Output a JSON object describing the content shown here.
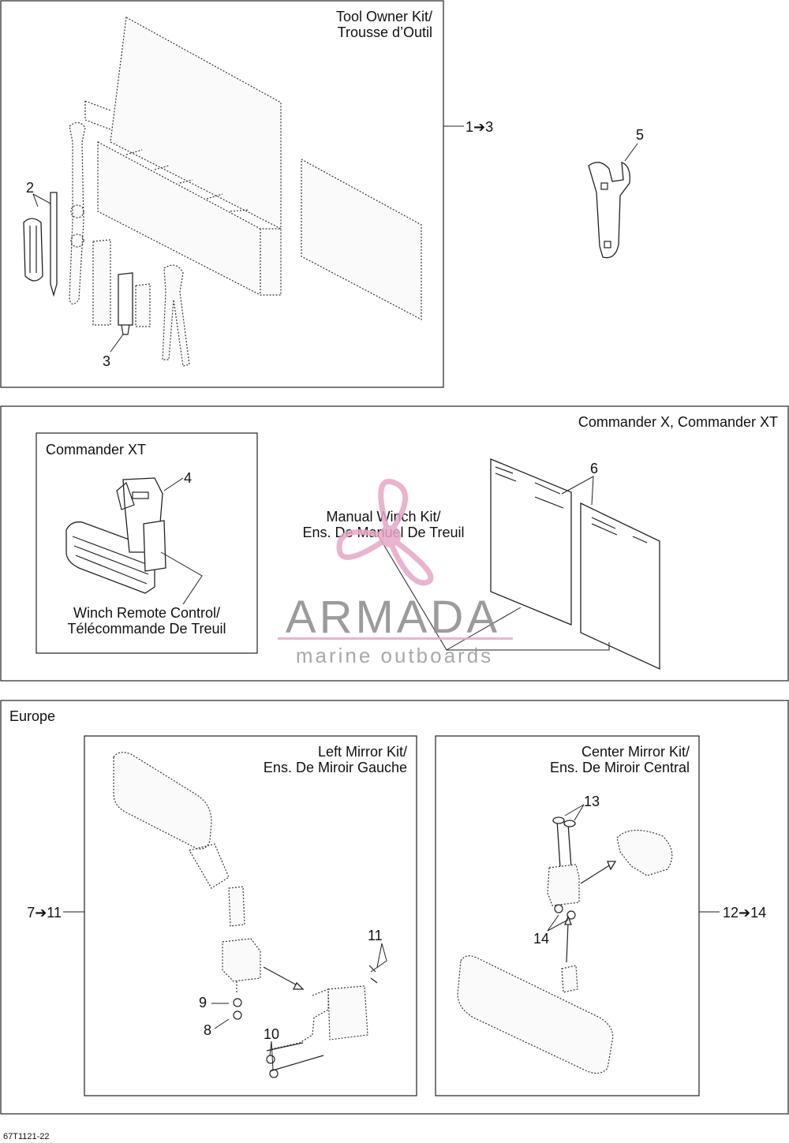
{
  "sections": {
    "tool_kit": {
      "title_line1": "Tool Owner Kit/",
      "title_line2": "Trousse d’Outil",
      "range_label": "1➔3"
    },
    "commander": {
      "header": "Commander X, Commander XT",
      "inner_header": "Commander XT",
      "winch_remote_line1": "Winch Remote Control/",
      "winch_remote_line2": "Télécommande De Treuil",
      "manual_winch_line1": "Manual Winch Kit/",
      "manual_winch_line2": "Ens. De Manuel De Treuil"
    },
    "europe": {
      "header": "Europe",
      "left_mirror_line1": "Left Mirror Kit/",
      "left_mirror_line2": "Ens. De Miroir Gauche",
      "center_mirror_line1": "Center Mirror Kit/",
      "center_mirror_line2": "Ens. De Miroir Central",
      "range_left": "7➔11",
      "range_right": "12➔14"
    }
  },
  "callouts": {
    "c2": "2",
    "c3": "3",
    "c4": "4",
    "c5": "5",
    "c6": "6",
    "c8": "8",
    "c9": "9",
    "c10": "10",
    "c11": "11",
    "c13": "13",
    "c14": "14"
  },
  "watermark": {
    "brand": "ARMADA",
    "tagline": "marine outboards",
    "accent_color": "#e6a7c6"
  },
  "footer": {
    "drawing_code": "67T1121-22"
  }
}
